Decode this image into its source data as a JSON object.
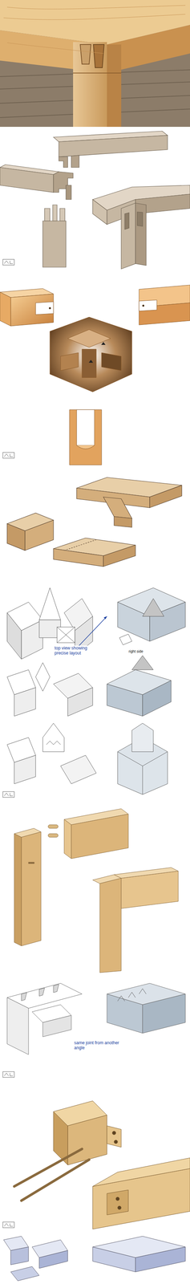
{
  "diagram": {
    "labels": [
      "top view showing precise layout",
      "right side",
      "same joint from another angle"
    ]
  }
}
